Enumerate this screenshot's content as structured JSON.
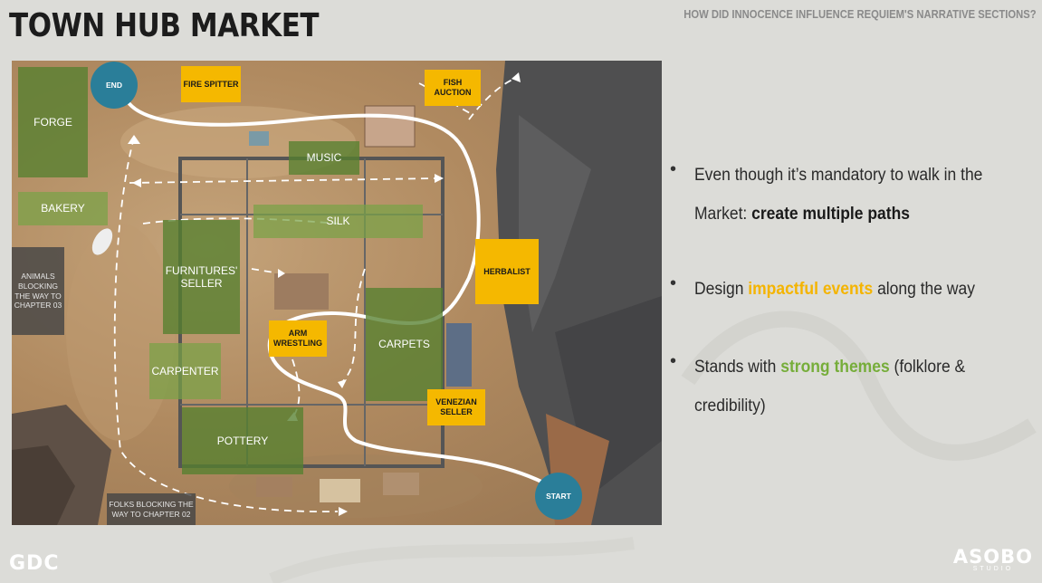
{
  "slide": {
    "title": "TOWN HUB MARKET",
    "subtitle": "HOW DID INNOCENCE INFLUENCE REQUIEM'S NARRATIVE SECTIONS?"
  },
  "map": {
    "zones": {
      "forge": "FORGE",
      "bakery": "BAKERY",
      "music": "MUSIC",
      "silk": "SILK",
      "furnitures_seller": "FURNITURES' SELLER",
      "carpenter": "CARPENTER",
      "pottery": "POTTERY",
      "carpets": "CARPETS",
      "fire_spitter": "FIRE SPITTER",
      "fish_auction": "FISH AUCTION",
      "herbalist": "HERBALIST",
      "arm_wrestling": "ARM WRESTLING",
      "venezian_seller": "VENEZIAN SELLER",
      "animals_blocking": "ANIMALS BLOCKING THE WAY TO CHAPTER 03",
      "folks_blocking": "FOLKS BLOCKING THE WAY TO CHAPTER 02"
    },
    "markers": {
      "end": "END",
      "start": "START"
    }
  },
  "bullets": {
    "b1_text": "Even though it’s mandatory to walk in the Market: ",
    "b1_strong": "create multiple paths",
    "b2_pre": "Design ",
    "b2_highlight": "impactful events",
    "b2_post": " along the way",
    "b3_pre": "Stands with ",
    "b3_highlight": "strong themes",
    "b3_post": " (folklore & credibility)"
  },
  "logos": {
    "gdc": "GDC",
    "asobo": "ASOBO",
    "asobo_sub": "STUDIO"
  },
  "colors": {
    "accent_yellow": "#f4b400",
    "accent_green": "#76ad3a",
    "marker_blue": "#2a7e99"
  }
}
